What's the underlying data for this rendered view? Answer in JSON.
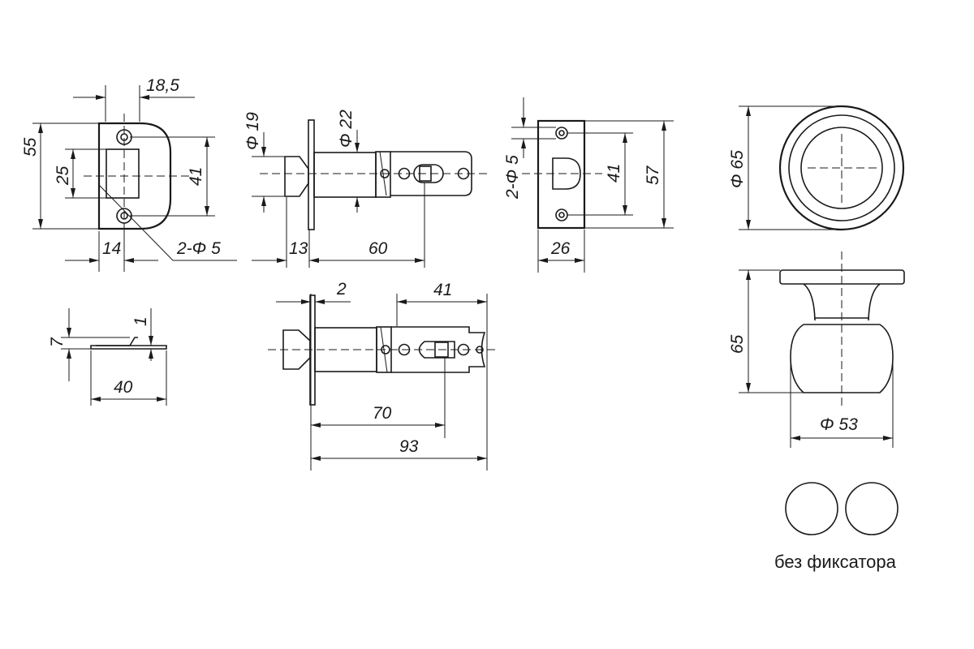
{
  "strike_plate": {
    "dim_width_top": "18,5",
    "dim_height_total": "55",
    "dim_opening": "25",
    "dim_hole_spacing": "41",
    "dim_width_bottom": "14",
    "dim_holes": "2-Φ 5"
  },
  "strike_side": {
    "dim_thickness": "7",
    "dim_lip": "1",
    "dim_length": "40"
  },
  "latch_top": {
    "dim_bolt_dia": "Φ 19",
    "dim_body_dia": "Φ 22",
    "dim_bolt_length": "13",
    "dim_backset": "60"
  },
  "latch_extended": {
    "dim_plate": "2",
    "dim_tail": "41",
    "dim_backset": "70",
    "dim_total": "93"
  },
  "faceplate": {
    "dim_holes": "2-Φ 5",
    "dim_hole_spacing": "41",
    "dim_height": "57",
    "dim_width": "26"
  },
  "knob": {
    "dim_rose_dia": "Φ 65",
    "dim_projection": "65",
    "dim_knob_dia": "Φ 53"
  },
  "variant": {
    "caption": "без фиксатора"
  }
}
